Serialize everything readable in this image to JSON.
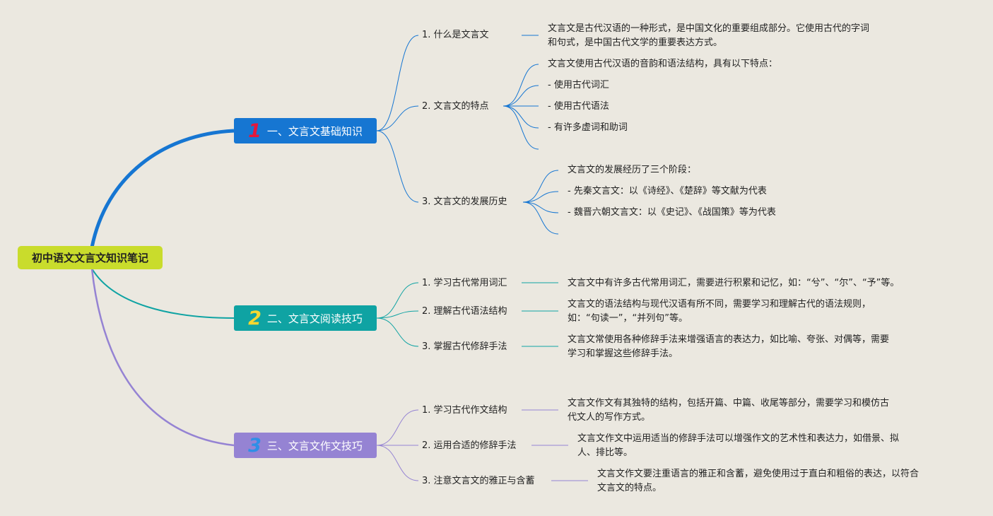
{
  "root": {
    "label": "初中语文文言文知识笔记"
  },
  "branches": [
    {
      "number": "1",
      "label": "一、文言文基础知识",
      "color": "#1676d2",
      "topics": [
        {
          "label": "1. 什么是文言文",
          "details": [
            "文言文是古代汉语的一种形式，是中国文化的重要组成部分。它使用古代的字词",
            "和句式，是中国古代文学的重要表达方式。"
          ]
        },
        {
          "label": "2. 文言文的特点",
          "details": [
            "文言文使用古代汉语的音韵和语法结构，具有以下特点：",
            "- 使用古代词汇",
            "- 使用古代语法",
            "- 有许多虚词和助词"
          ]
        },
        {
          "label": "3. 文言文的发展历史",
          "details": [
            "文言文的发展经历了三个阶段：",
            "- 先秦文言文：以《诗经》、《楚辞》等文献为代表",
            "- 魏晋六朝文言文：以《史记》、《战国策》等为代表"
          ]
        }
      ]
    },
    {
      "number": "2",
      "label": "二、文言文阅读技巧",
      "color": "#0fa3a3",
      "topics": [
        {
          "label": "1. 学习古代常用词汇",
          "details": [
            "文言文中有许多古代常用词汇，需要进行积累和记忆，如：“兮”、“尔”、“予”等。"
          ]
        },
        {
          "label": "2. 理解古代语法结构",
          "details": [
            "文言文的语法结构与现代汉语有所不同，需要学习和理解古代的语法规则，",
            "如：“句读一”，“并列句”等。"
          ]
        },
        {
          "label": "3. 掌握古代修辞手法",
          "details": [
            "文言文常使用各种修辞手法来增强语言的表达力，如比喻、夸张、对偶等，需要",
            "学习和掌握这些修辞手法。"
          ]
        }
      ]
    },
    {
      "number": "3",
      "label": "三、文言文作文技巧",
      "color": "#9583d3",
      "topics": [
        {
          "label": "1. 学习古代作文结构",
          "details": [
            "文言文作文有其独特的结构，包括开篇、中篇、收尾等部分，需要学习和模仿古",
            "代文人的写作方式。"
          ]
        },
        {
          "label": "2. 运用合适的修辞手法",
          "details": [
            "文言文作文中运用适当的修辞手法可以增强作文的艺术性和表达力，如借景、拟",
            "人、排比等。"
          ]
        },
        {
          "label": "3. 注意文言文的雅正与含蓄",
          "details": [
            "文言文作文要注重语言的雅正和含蓄，避免使用过于直白和粗俗的表达，以符合",
            "文言文的特点。"
          ]
        }
      ]
    }
  ]
}
